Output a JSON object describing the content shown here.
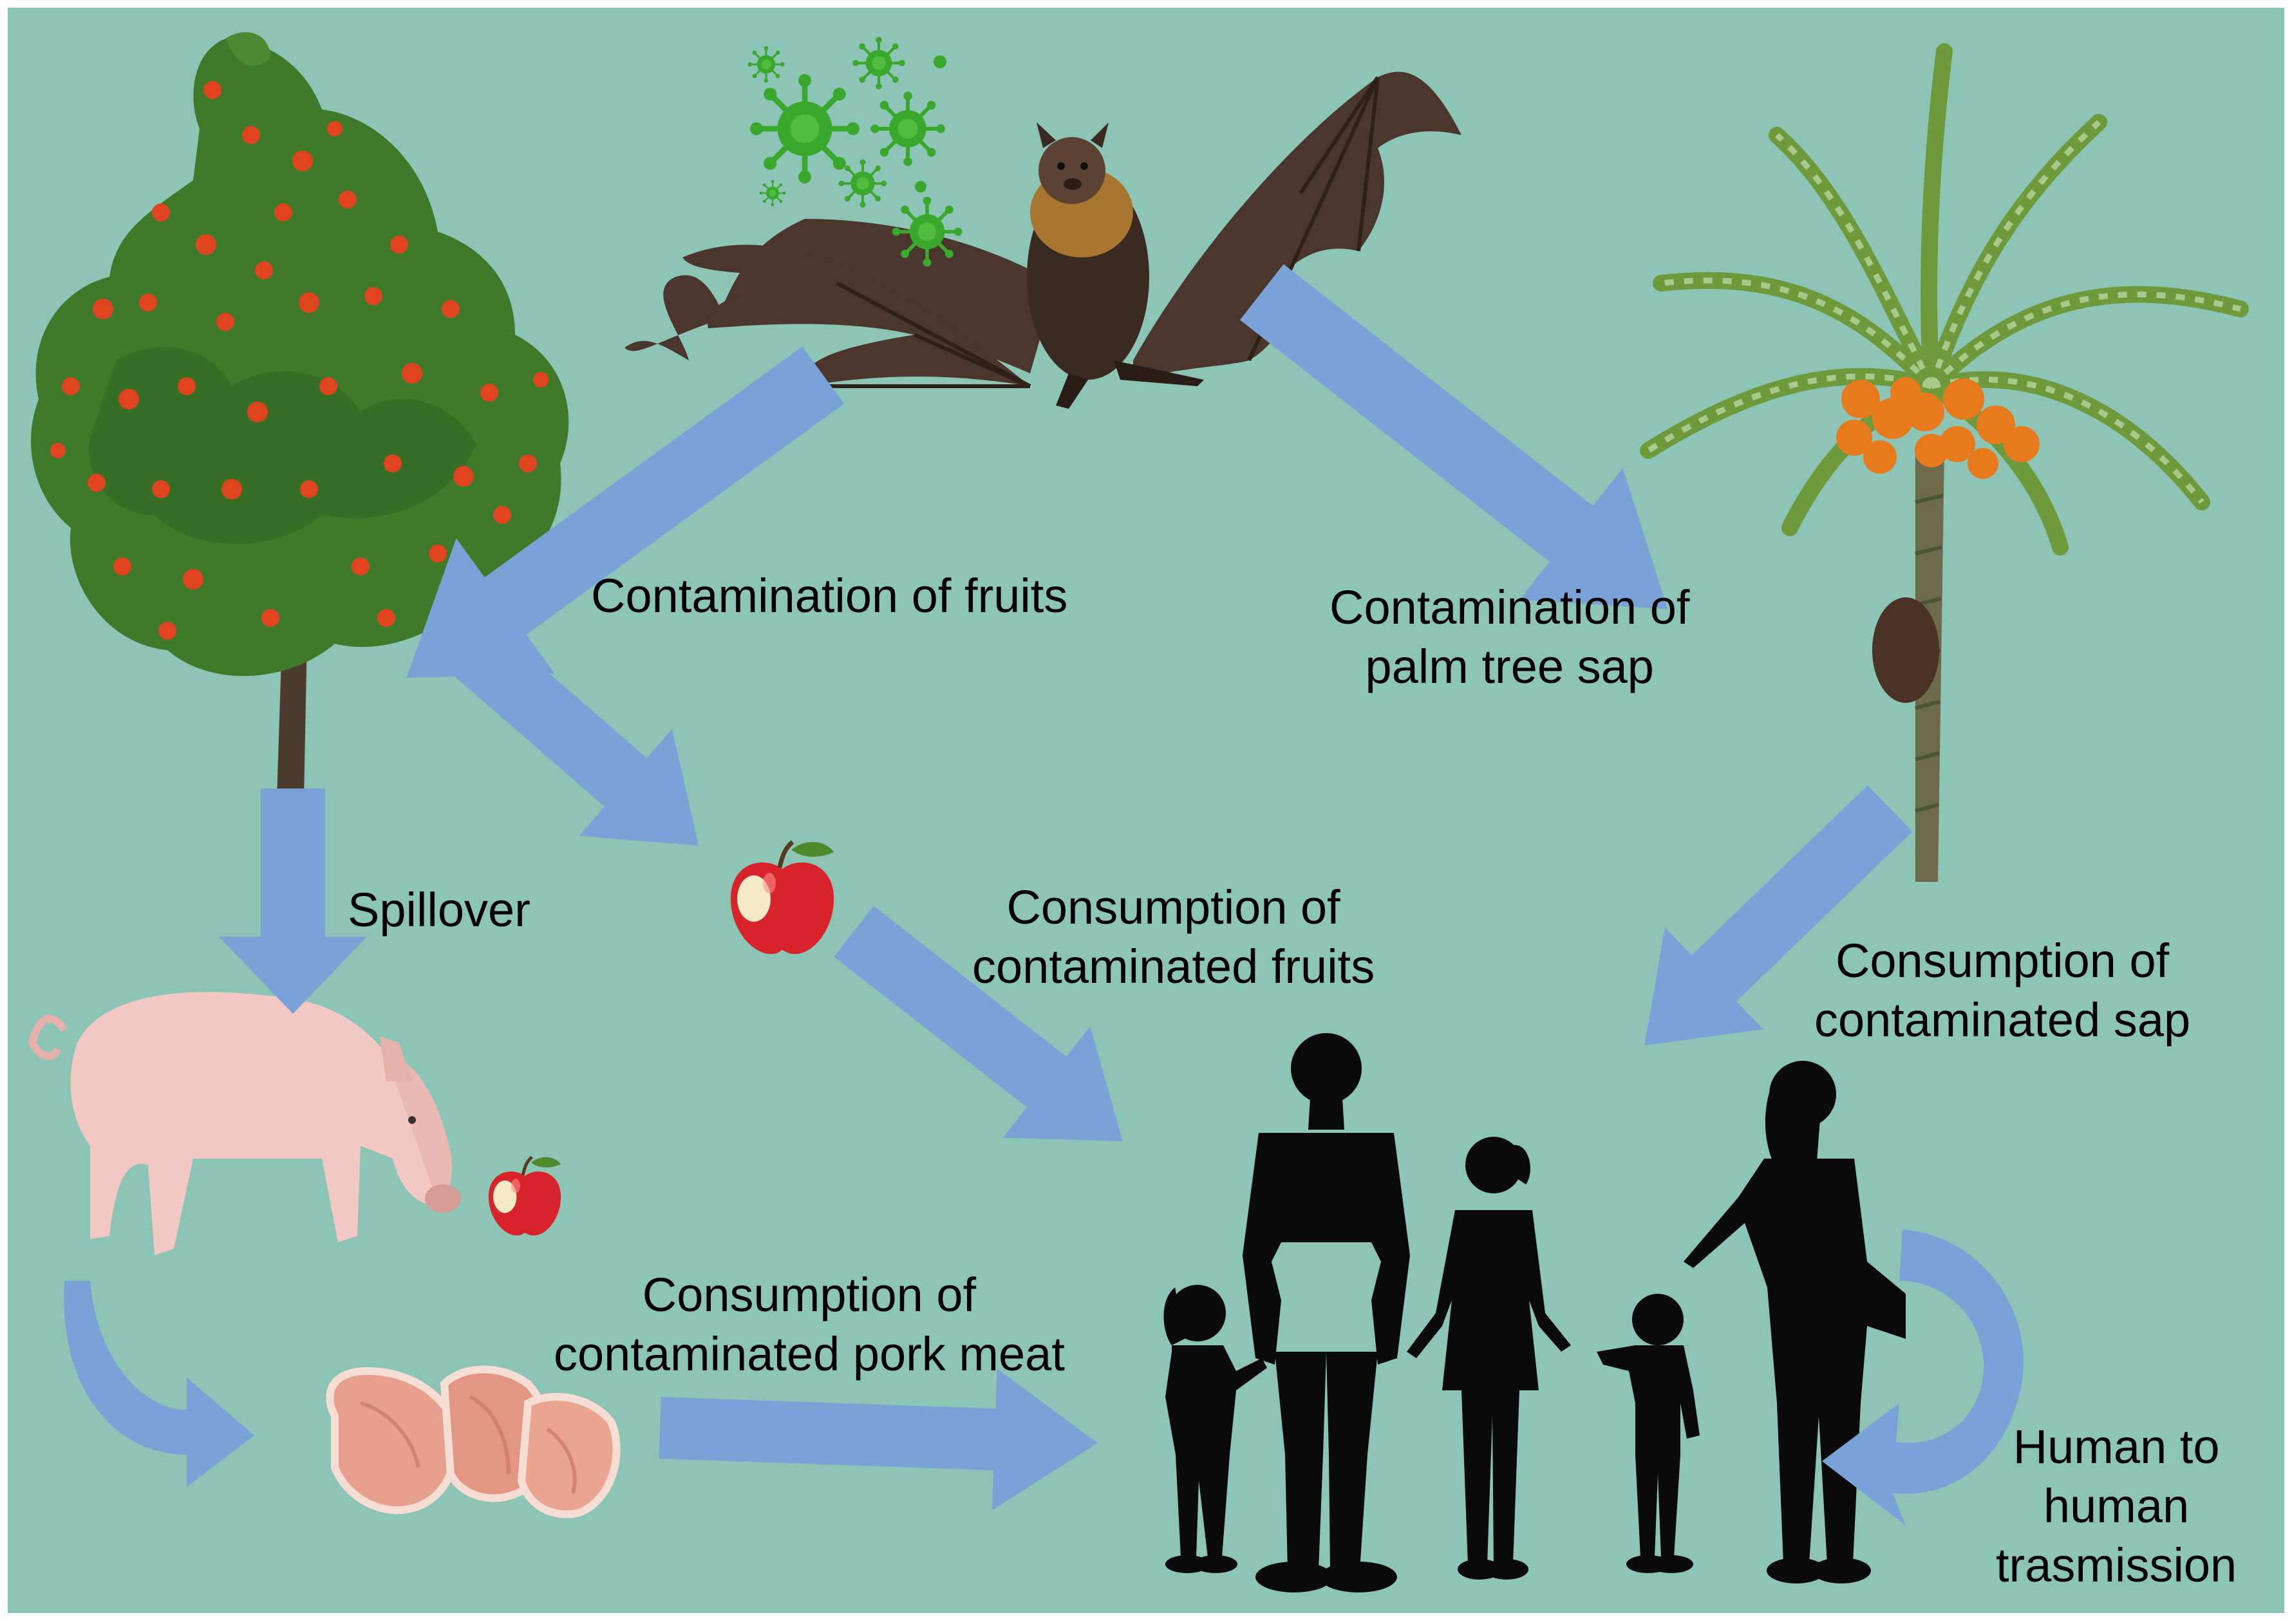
{
  "colors": {
    "background": "#8cc4b6",
    "arrow": "#7aa2d6",
    "silhouette": "#0a0a0a",
    "virus": "#3aa82c",
    "bat_wing": "#4a362c",
    "bat_body": "#a8762e",
    "tree_foliage": "#3f7a2a",
    "tree_fruit": "#e0441f",
    "palm_fronds": "#6e9a3c",
    "palm_fruit": "#e87a1e",
    "apple": "#d8232a",
    "pig": "#f1c8c4",
    "pork": "#e8a08e"
  },
  "labels": {
    "contamination_fruits": [
      "Contamination of fruits"
    ],
    "contamination_sap": [
      "Contamination of",
      "palm tree sap"
    ],
    "spillover": [
      "Spillover"
    ],
    "consumption_fruits": [
      "Consumption of",
      "contaminated fruits"
    ],
    "consumption_sap": [
      "Consumption of",
      "contaminated sap"
    ],
    "consumption_pork": [
      "Consumption of",
      "contaminated pork meat"
    ],
    "human_transmission": [
      "Human to",
      "human",
      "trasmission"
    ]
  },
  "icons": [
    "bat-icon",
    "virus-icon",
    "fruit-tree-icon",
    "palm-tree-icon",
    "apple-icon",
    "pig-icon",
    "pork-meat-icon",
    "family-silhouette-icon",
    "cycle-arrow-icon"
  ]
}
